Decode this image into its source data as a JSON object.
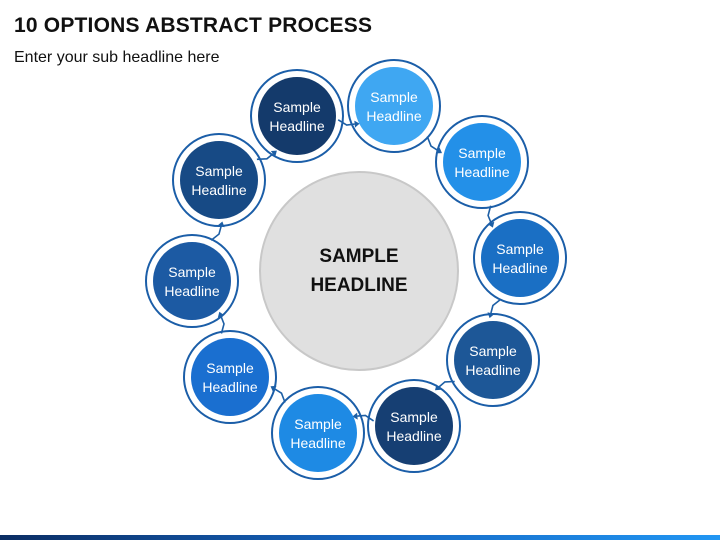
{
  "header": {
    "title": "10 OPTIONS ABSTRACT PROCESS",
    "subtitle": "Enter your sub headline here"
  },
  "center": {
    "line1": "SAMPLE",
    "line2": "HEADLINE",
    "fill": "#e0e0e0",
    "stroke": "#c8c8c8"
  },
  "options": [
    {
      "line1": "Sample",
      "line2": "Headline",
      "fill": "#143a6b"
    },
    {
      "line1": "Sample",
      "line2": "Headline",
      "fill": "#3fa7f2"
    },
    {
      "line1": "Sample",
      "line2": "Headline",
      "fill": "#2390e8"
    },
    {
      "line1": "Sample",
      "line2": "Headline",
      "fill": "#1a6fc4"
    },
    {
      "line1": "Sample",
      "line2": "Headline",
      "fill": "#1d5797"
    },
    {
      "line1": "Sample",
      "line2": "Headline",
      "fill": "#163f73"
    },
    {
      "line1": "Sample",
      "line2": "Headline",
      "fill": "#1e8ae4"
    },
    {
      "line1": "Sample",
      "line2": "Headline",
      "fill": "#1a6fd0"
    },
    {
      "line1": "Sample",
      "line2": "Headline",
      "fill": "#1c5aa3"
    },
    {
      "line1": "Sample",
      "line2": "Headline",
      "fill": "#174a85"
    }
  ],
  "colors": {
    "ring": "#1b5ea8",
    "arrow": "#1d5fa5",
    "text_on_node": "#ffffff",
    "center_text": "#111111"
  }
}
